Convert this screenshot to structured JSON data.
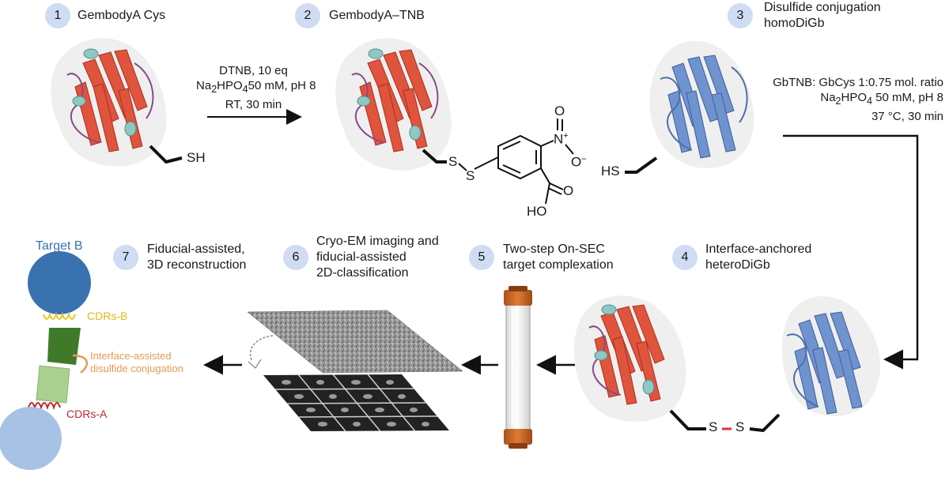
{
  "steps": [
    {
      "num": "1",
      "label_lines": [
        "GembodyA Cys"
      ]
    },
    {
      "num": "2",
      "label_lines": [
        "GembodyA–TNB"
      ]
    },
    {
      "num": "3",
      "label_lines": [
        "Disulfide conjugation",
        "homoDiGb"
      ]
    },
    {
      "num": "4",
      "label_lines": [
        "Interface-anchored",
        "heteroDiGb"
      ]
    },
    {
      "num": "5",
      "label_lines": [
        "Two-step On-SEC",
        "target complexation"
      ]
    },
    {
      "num": "6",
      "label_lines": [
        "Cryo-EM imaging and",
        "fiducial-assisted",
        "2D-classification"
      ]
    },
    {
      "num": "7",
      "label_lines": [
        "Fiducial-assisted,",
        "3D reconstruction"
      ]
    }
  ],
  "conditions_1": {
    "line1": "DTNB, 10 eq",
    "line2_pre": "Na",
    "line2_sub1": "2",
    "line2_mid": "HPO",
    "line2_sub2": "4",
    "line2_post": "50 mM, pH 8",
    "line3": "RT, 30 min"
  },
  "conditions_2": {
    "line1": "GbTNB: GbCys 1:0.75 mol. ratio",
    "line2_pre": "Na",
    "line2_sub1": "2",
    "line2_mid": "HPO",
    "line2_sub2": "4",
    "line2_post": " 50 mM, pH 8",
    "line3": "37 °C, 30 min"
  },
  "chem_labels": {
    "sh": "SH",
    "hs": "HS",
    "s": "S",
    "n_plus": "N",
    "plus": "+",
    "o": "O",
    "o_minus": "O",
    "minus": "–",
    "oh": "HO",
    "carbonyl_o": "O"
  },
  "final_model": {
    "target_b": "Target B",
    "cdrs_b": "CDRs-B",
    "interface_1": "Interface-assisted",
    "interface_2": "disulfide conjugation",
    "cdrs_a": "CDRs-A"
  },
  "colors": {
    "step_circle": "#cfdcf3",
    "red_protein": "#e0533d",
    "blue_protein": "#6f93cf",
    "target_b": "#3a72b0",
    "target_a": "#a8c2e6",
    "dark_green": "#3f7a2a",
    "light_green": "#a9d08e",
    "cdr_b": "#e8c62a",
    "cdr_a": "#c0282d",
    "interface": "#e39a54",
    "target_b_text": "#3a72b0"
  }
}
